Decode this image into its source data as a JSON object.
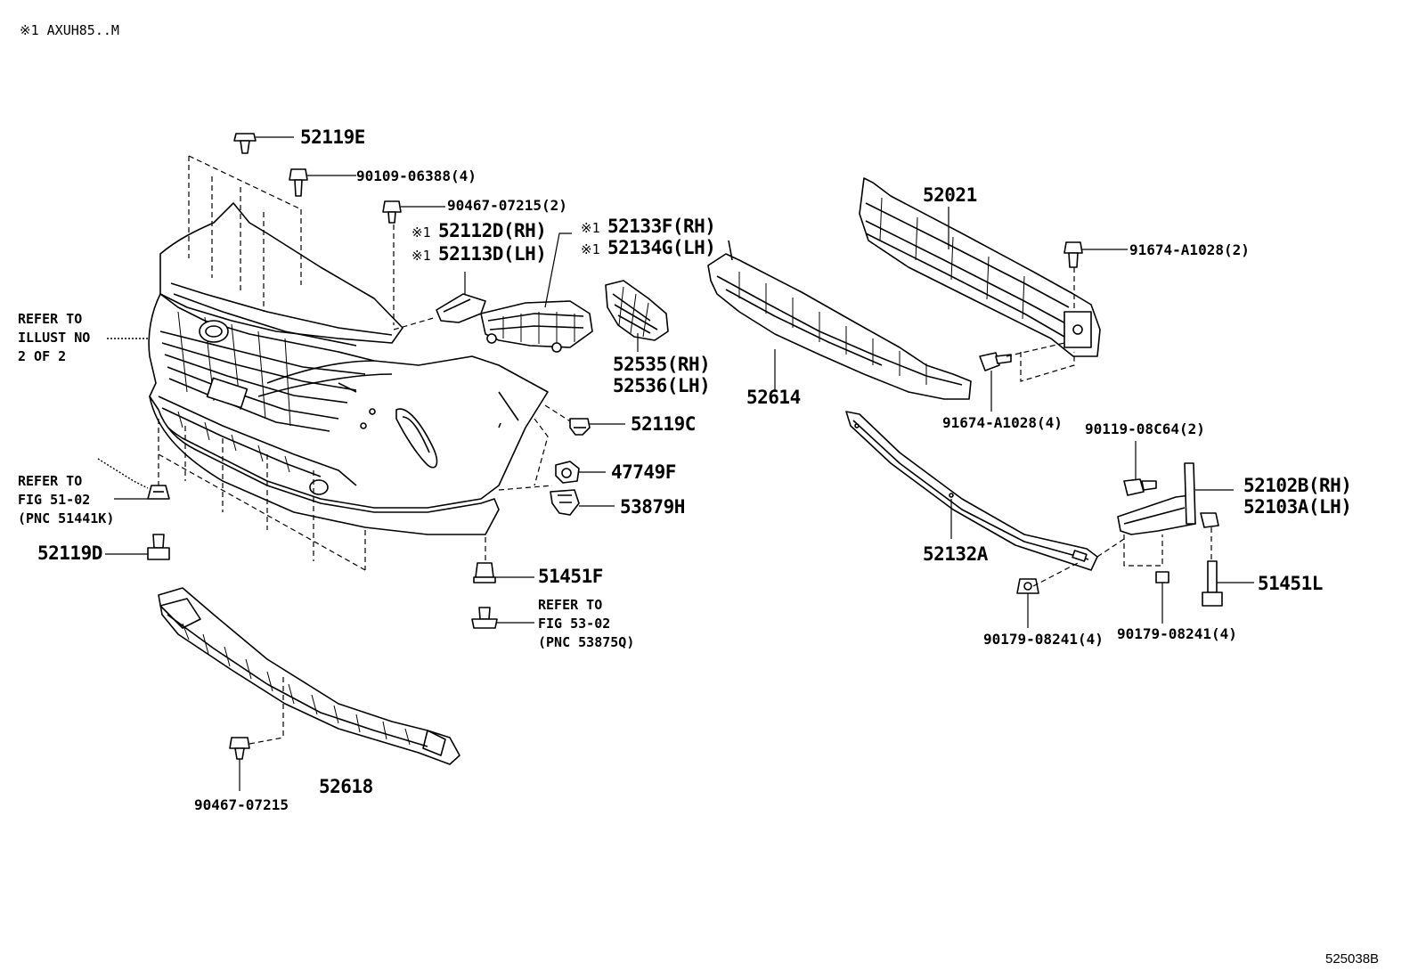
{
  "header_note": "※1 AXUH85..M",
  "figure_code": "525038B",
  "parts": {
    "p52119E": "52119E",
    "p90109": "90109-06388(4)",
    "p90467_2": "90467-07215(2)",
    "mark1": "※1",
    "p52112D": "52112D(RH)",
    "p52113D": "52113D(LH)",
    "p52133F": "52133F(RH)",
    "p52134G": "52134G(LH)",
    "p52535": "52535(RH)",
    "p52536": "52536(LH)",
    "p52119C": "52119C",
    "p47749F": "47749F",
    "p53879H": "53879H",
    "p51451F": "51451F",
    "p52119D": "52119D",
    "p52618": "52618",
    "p90467": "90467-07215",
    "p52021": "52021",
    "p91674_2": "91674-A1028(2)",
    "p91674_4": "91674-A1028(4)",
    "p52614": "52614",
    "p52132A": "52132A",
    "p90119": "90119-08C64(2)",
    "p52102B": "52102B(RH)",
    "p52103A": "52103A(LH)",
    "p51451L": "51451L",
    "p90179_a": "90179-08241(4)",
    "p90179_b": "90179-08241(4)"
  },
  "refs": {
    "illust": [
      "REFER TO",
      "ILLUST NO",
      "2 OF 2"
    ],
    "fig5102": [
      "REFER TO",
      "FIG 51-02",
      "(PNC 51441K)"
    ],
    "fig5302": [
      "REFER TO",
      "FIG 53-02",
      "(PNC 53875Q)"
    ]
  }
}
